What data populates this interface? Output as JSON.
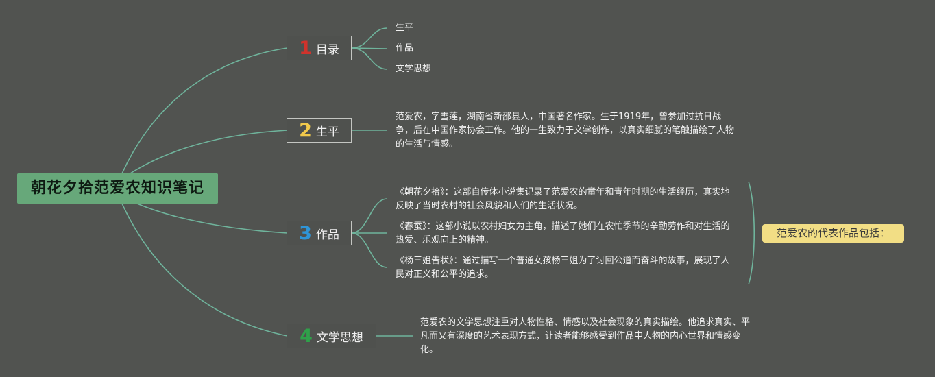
{
  "root": {
    "title": "朝花夕拾范爱农知识笔记"
  },
  "branches": [
    {
      "number": "1",
      "label": "目录",
      "color": "#d0332c"
    },
    {
      "number": "2",
      "label": "生平",
      "color": "#f1c94b"
    },
    {
      "number": "3",
      "label": "作品",
      "color": "#2f95d8"
    },
    {
      "number": "4",
      "label": "文学思想",
      "color": "#2fa14a"
    }
  ],
  "toc": {
    "items": [
      "生平",
      "作品",
      "文学思想"
    ]
  },
  "biography": {
    "text": "范爱农，字雪莲，湖南省新邵县人，中国著名作家。生于1919年，曾参加过抗日战争，后在中国作家协会工作。他的一生致力于文学创作，以真实细腻的笔触描绘了人物的生活与情感。"
  },
  "works": {
    "items": [
      "《朝花夕拾》：这部自传体小说集记录了范爱农的童年和青年时期的生活经历，真实地反映了当时农村的社会风貌和人们的生活状况。",
      "《春蚕》：这部小说以农村妇女为主角，描述了她们在农忙季节的辛勤劳作和对生活的热爱、乐观向上的精神。",
      "《杨三姐告状》：通过描写一个普通女孩杨三姐为了讨回公道而奋斗的故事，展现了人民对正义和公平的追求。"
    ],
    "summary": "范爱农的代表作品包括："
  },
  "thought": {
    "text": "范爱农的文学思想注重对人物性格、情感以及社会现象的真实描绘。他追求真实、平凡而又有深度的艺术表现方式，让读者能够感受到作品中人物的内心世界和情感变化。"
  },
  "colors": {
    "background": "#515350",
    "connector": "#6fb49c",
    "root_fill": "#67a87a",
    "summary_fill": "#f2de85"
  }
}
